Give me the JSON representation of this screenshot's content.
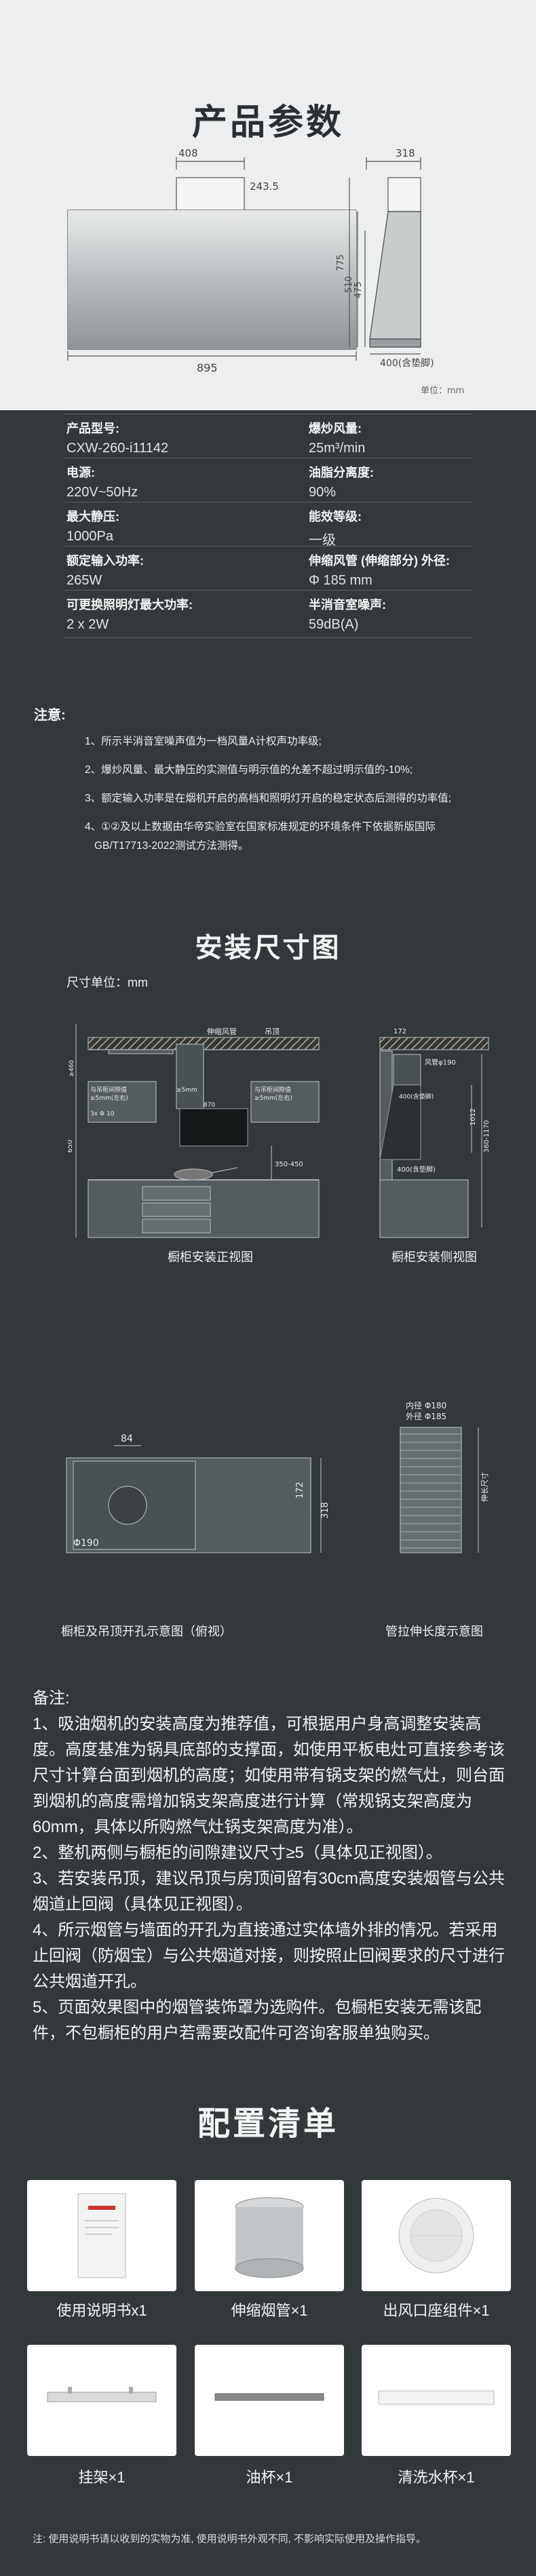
{
  "params": {
    "title": "产品参数",
    "dims": {
      "top_width": "408",
      "top_offset": "243.5",
      "side_depth": "318",
      "h_775": "775",
      "h_510": "510",
      "h_475": "475",
      "width": "895",
      "side_bottom": "400(含垫脚)",
      "unit": "单位：mm"
    }
  },
  "specs": [
    {
      "label": "产品型号:",
      "value": "CXW-260-i11142"
    },
    {
      "label": "爆炒风量:",
      "value": "25m³/min"
    },
    {
      "label": "电源:",
      "value": "220V~50Hz"
    },
    {
      "label": "油脂分离度:",
      "value": "90%"
    },
    {
      "label": "最大静压:",
      "value": "1000Pa"
    },
    {
      "label": "能效等级:",
      "value": "一级"
    },
    {
      "label": "额定输入功率:",
      "value": "265W"
    },
    {
      "label": "伸缩风管 (伸缩部分) 外径:",
      "value": "Φ 185 mm"
    },
    {
      "label": "可更换照明灯最大功率:",
      "value": "2 x 2W"
    },
    {
      "label": "半消音室噪声:",
      "value": "59dB(A)"
    }
  ],
  "note": {
    "title": "注意:",
    "items": [
      "1、所示半消音室噪声值为一档风量A计权声功率级;",
      "2、爆炒风量、最大静压的实测值与明示值的允差不超过明示值的-10%;",
      "3、额定输入功率是在烟机开启的高档和照明灯开启的稳定状态后测得的功率值;",
      "4、①②及以上数据由华帝实验室在国家标准规定的环境条件下依据新版国际",
      "GB/T17713-2022测试方法测得。"
    ]
  },
  "install": {
    "title": "安装尺寸图",
    "unit": "尺寸单位：mm",
    "front": {
      "duct": "伸缩风管",
      "ceiling": "吊顶",
      "left_note": "与吊柜间隙值",
      "left_note2": "≥5mm(左右)",
      "right_note": "与吊柜间隙值",
      "right_note2": "≥5mm(左右)",
      "h_350_450": "350-450",
      "h_650": "650",
      "marks": [
        "≥460",
        "≥5mm",
        "3x Φ 10",
        "870"
      ],
      "caption": "橱柜安装正视图"
    },
    "side": {
      "d172": "172",
      "duct": "风管φ190",
      "h_1012": "1012",
      "h_400_1": "400(含垫脚)",
      "h_400_2": "400(含垫脚)",
      "h_360_1170": "360-1170",
      "caption": "橱柜安装侧视图"
    },
    "top": {
      "d84": "84",
      "d172": "172",
      "d318": "318",
      "phi": "Φ190",
      "caption": "橱柜及吊顶开孔示意图（俯视）"
    },
    "pipe": {
      "inner": "内径 Φ180",
      "outer": "外径 Φ185",
      "length": "伸长尺寸",
      "caption": "管拉伸长度示意图"
    }
  },
  "remarks": {
    "title": "备注:",
    "items": [
      "1、吸油烟机的安装高度为推荐值，可根据用户身高调整安装高度。高度基准为锅具底部的支撑面，如使用平板电灶可直接参考该尺寸计算台面到烟机的高度；如使用带有锅支架的燃气灶，则台面到烟机的高度需增加锅支架高度进行计算（常规锅支架高度为60mm，具体以所购燃气灶锅支架高度为准）。",
      "2、整机两侧与橱柜的间隙建议尺寸≥5（具体见正视图）。",
      "3、若安装吊顶，建议吊顶与房顶间留有30cm高度安装烟管与公共烟道止回阀（具体见正视图）。",
      "4、所示烟管与墙面的开孔为直接通过实体墙外排的情况。若采用止回阀（防烟宝）与公共烟道对接，则按照止回阀要求的尺寸进行公共烟道开孔。",
      "5、页面效果图中的烟管装饰罩为选购件。包橱柜安装无需该配件，不包橱柜的用户若需要改配件可咨询客服单独购买。"
    ]
  },
  "config": {
    "title": "配置清单",
    "items": [
      {
        "label": "使用说明书x1"
      },
      {
        "label": "伸缩烟管×1"
      },
      {
        "label": "出风口座组件×1"
      },
      {
        "label": "挂架×1"
      },
      {
        "label": "油杯×1"
      },
      {
        "label": "清洗水杯×1"
      }
    ],
    "footnote": "注: 使用说明书请以收到的实物为准, 使用说明书外观不同, 不影响实际使用及操作指导。"
  }
}
